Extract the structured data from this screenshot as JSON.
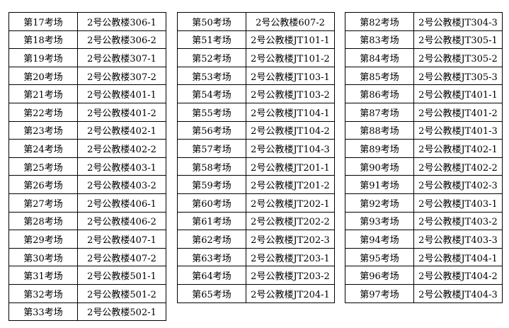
{
  "page": {
    "background_color": "#ffffff",
    "text_color": "#000000",
    "border_color": "#000000"
  },
  "tables": [
    {
      "name": "exam-room-table-left",
      "rows": [
        {
          "room": "第17考场",
          "location": "2号公教楼306-1"
        },
        {
          "room": "第18考场",
          "location": "2号公教楼306-2"
        },
        {
          "room": "第19考场",
          "location": "2号公教楼307-1"
        },
        {
          "room": "第20考场",
          "location": "2号公教楼307-2"
        },
        {
          "room": "第21考场",
          "location": "2号公教楼401-1"
        },
        {
          "room": "第22考场",
          "location": "2号公教楼401-2"
        },
        {
          "room": "第23考场",
          "location": "2号公教楼402-1"
        },
        {
          "room": "第24考场",
          "location": "2号公教楼402-2"
        },
        {
          "room": "第25考场",
          "location": "2号公教楼403-1"
        },
        {
          "room": "第26考场",
          "location": "2号公教楼403-2"
        },
        {
          "room": "第27考场",
          "location": "2号公教楼406-1"
        },
        {
          "room": "第28考场",
          "location": "2号公教楼406-2"
        },
        {
          "room": "第29考场",
          "location": "2号公教楼407-1"
        },
        {
          "room": "第30考场",
          "location": "2号公教楼407-2"
        },
        {
          "room": "第31考场",
          "location": "2号公教楼501-1"
        },
        {
          "room": "第32考场",
          "location": "2号公教楼501-2"
        },
        {
          "room": "第33考场",
          "location": "2号公教楼502-1"
        }
      ]
    },
    {
      "name": "exam-room-table-middle",
      "rows": [
        {
          "room": "第50考场",
          "location": "2号公教楼607-2"
        },
        {
          "room": "第51考场",
          "location": "2号公教楼JT101-1"
        },
        {
          "room": "第52考场",
          "location": "2号公教楼JT101-2"
        },
        {
          "room": "第53考场",
          "location": "2号公教楼JT103-1"
        },
        {
          "room": "第54考场",
          "location": "2号公教楼JT103-2"
        },
        {
          "room": "第55考场",
          "location": "2号公教楼JT104-1"
        },
        {
          "room": "第56考场",
          "location": "2号公教楼JT104-2"
        },
        {
          "room": "第57考场",
          "location": "2号公教楼JT104-3"
        },
        {
          "room": "第58考场",
          "location": "2号公教楼JT201-1"
        },
        {
          "room": "第59考场",
          "location": "2号公教楼JT201-2"
        },
        {
          "room": "第60考场",
          "location": "2号公教楼JT202-1"
        },
        {
          "room": "第61考场",
          "location": "2号公教楼JT202-2"
        },
        {
          "room": "第62考场",
          "location": "2号公教楼JT202-3"
        },
        {
          "room": "第63考场",
          "location": "2号公教楼JT203-1"
        },
        {
          "room": "第64考场",
          "location": "2号公教楼JT203-2"
        },
        {
          "room": "第65考场",
          "location": "2号公教楼JT204-1"
        }
      ]
    },
    {
      "name": "exam-room-table-right",
      "rows": [
        {
          "room": "第82考场",
          "location": "2号公教楼JT304-3"
        },
        {
          "room": "第83考场",
          "location": "2号公教楼JT305-1"
        },
        {
          "room": "第84考场",
          "location": "2号公教楼JT305-2"
        },
        {
          "room": "第85考场",
          "location": "2号公教楼JT305-3"
        },
        {
          "room": "第86考场",
          "location": "2号公教楼JT401-1"
        },
        {
          "room": "第87考场",
          "location": "2号公教楼JT401-2"
        },
        {
          "room": "第88考场",
          "location": "2号公教楼JT401-3"
        },
        {
          "room": "第89考场",
          "location": "2号公教楼JT402-1"
        },
        {
          "room": "第90考场",
          "location": "2号公教楼JT402-2"
        },
        {
          "room": "第91考场",
          "location": "2号公教楼JT402-3"
        },
        {
          "room": "第92考场",
          "location": "2号公教楼JT403-1"
        },
        {
          "room": "第93考场",
          "location": "2号公教楼JT403-2"
        },
        {
          "room": "第94考场",
          "location": "2号公教楼JT403-3"
        },
        {
          "room": "第95考场",
          "location": "2号公教楼JT404-1"
        },
        {
          "room": "第96考场",
          "location": "2号公教楼JT404-2"
        },
        {
          "room": "第97考场",
          "location": "2号公教楼JT404-3"
        }
      ]
    }
  ]
}
